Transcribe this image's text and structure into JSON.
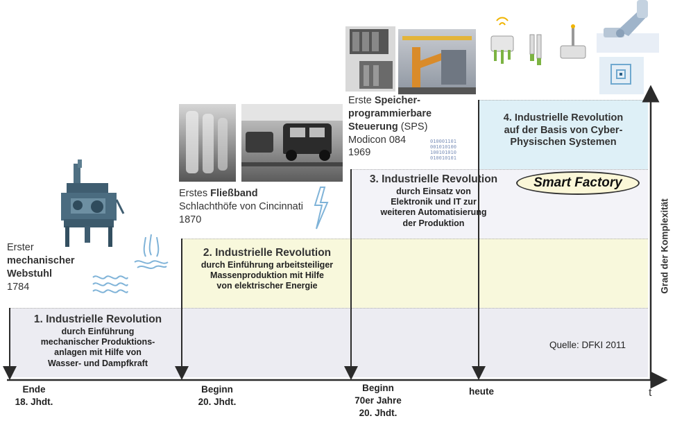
{
  "colors": {
    "band1": "#ececf2",
    "band2": "#f8f8dc",
    "band3": "#f3f3f8",
    "band4": "#def0f7",
    "arrow": "#2b2b2b",
    "ellipse_fill": "#fbf7d8"
  },
  "revolutions": [
    {
      "title": "1. Industrielle Revolution",
      "desc": [
        "durch Einführung",
        "mechanischer Produktions-",
        "anlagen mit Hilfe von",
        "Wasser- und  Dampfkraft"
      ]
    },
    {
      "title": "2. Industrielle Revolution",
      "desc": [
        "durch Einführung arbeitsteiliger",
        "Massenproduktion mit Hilfe",
        "von elektrischer Energie"
      ]
    },
    {
      "title": "3. Industrielle Revolution",
      "desc": [
        "durch Einsatz von",
        "Elektronik und IT zur",
        "weiteren Automatisierung",
        "der Produktion"
      ]
    },
    {
      "title": "4. Industrielle Revolution",
      "desc": [
        "auf der Basis von Cyber-",
        "Physischen Systemen"
      ]
    }
  ],
  "milestones": {
    "webstuhl": {
      "line1": "Erster",
      "bold1": "mechanischer",
      "bold2": "Webstuhl",
      "year": "1784"
    },
    "fliessband": {
      "prefix": "Erstes ",
      "bold": "Fließband",
      "line2": "Schlachthöfe von Cincinnati",
      "year": "1870"
    },
    "sps": {
      "prefix": "Erste ",
      "bold1": "Speicher-",
      "bold2": "programmierbare",
      "bold3": "Steuerung",
      "suffix": " (SPS)",
      "line4": "Modicon 084",
      "year": "1969"
    }
  },
  "binary_text": [
    "010001101",
    "001010100",
    "100101010",
    "010010101"
  ],
  "smart_factory": "Smart Factory",
  "source": "Quelle: DFKI 2011",
  "y_axis_label": "Grad der Komplexität",
  "x_axis_label": "t",
  "timeline": [
    {
      "lines": [
        "Ende",
        "18. Jhdt."
      ]
    },
    {
      "lines": [
        "Beginn",
        "20. Jhdt."
      ]
    },
    {
      "lines": [
        "Beginn",
        "70er Jahre",
        "20. Jhdt."
      ]
    },
    {
      "lines": [
        "heute"
      ]
    }
  ]
}
